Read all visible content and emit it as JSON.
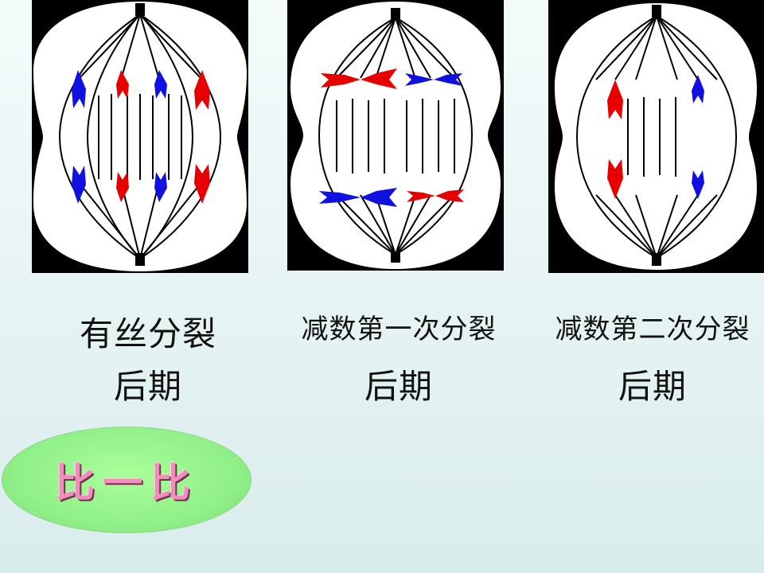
{
  "panels": [
    {
      "id": "mitosis",
      "title_line1": "有丝分裂",
      "title_line2": "后期",
      "chromosomes": [
        {
          "color": "blue",
          "position": "upper-left"
        },
        {
          "color": "red",
          "position": "upper-left-center"
        },
        {
          "color": "blue",
          "position": "upper-right-center"
        },
        {
          "color": "red",
          "position": "upper-right"
        },
        {
          "color": "blue",
          "position": "lower-left"
        },
        {
          "color": "red",
          "position": "lower-left-center"
        },
        {
          "color": "blue",
          "position": "lower-right-center"
        },
        {
          "color": "red",
          "position": "lower-right"
        }
      ]
    },
    {
      "id": "meiosis-1",
      "title_line1": "减数第一次分裂",
      "title_line2": "后期",
      "chromosomes": [
        {
          "color": "red",
          "position": "upper-left",
          "type": "dyad"
        },
        {
          "color": "blue",
          "position": "upper-right",
          "type": "dyad"
        },
        {
          "color": "blue",
          "position": "lower-left",
          "type": "dyad"
        },
        {
          "color": "red",
          "position": "lower-right",
          "type": "dyad"
        }
      ]
    },
    {
      "id": "meiosis-2",
      "title_line1": "减数第二次分裂",
      "title_line2": "后期",
      "chromosomes": [
        {
          "color": "red",
          "position": "upper-left"
        },
        {
          "color": "blue",
          "position": "upper-right"
        },
        {
          "color": "red",
          "position": "lower-left"
        },
        {
          "color": "blue",
          "position": "lower-right"
        }
      ]
    }
  ],
  "badge": {
    "text": "比一比",
    "fill": "#90ee88",
    "text_color": "#f28cb8"
  },
  "colors": {
    "red": "#e60000",
    "blue": "#1010e0",
    "panel_bg": "#000000",
    "cell": "#ffffff"
  }
}
